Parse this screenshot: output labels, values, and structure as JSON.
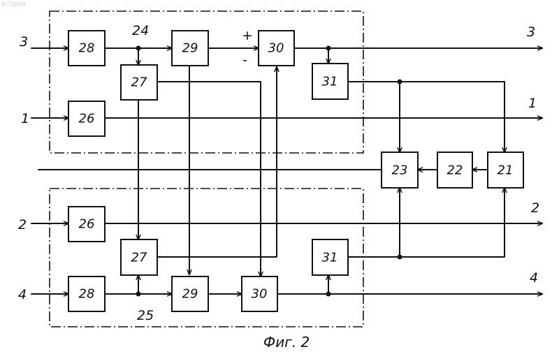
{
  "corner_mark": "875980",
  "caption": "Фиг. 2",
  "group_labels": {
    "top": "24",
    "bottom": "25"
  },
  "signs": {
    "plus": "+",
    "minus": "-"
  },
  "io": {
    "in_3": "3",
    "in_1": "1",
    "in_2": "2",
    "in_4": "4",
    "out_3": "3",
    "out_1": "1",
    "out_2": "2",
    "out_4": "4"
  },
  "blocks": {
    "b28_top": "28",
    "b29_top": "29",
    "b30_top": "30",
    "b27_top": "27",
    "b31_top": "31",
    "b26_top": "26",
    "b23": "23",
    "b22": "22",
    "b21": "21",
    "b26_bot": "26",
    "b27_bot": "27",
    "b31_bot": "31",
    "b28_bot": "28",
    "b29_bot": "29",
    "b30_bot": "30"
  }
}
